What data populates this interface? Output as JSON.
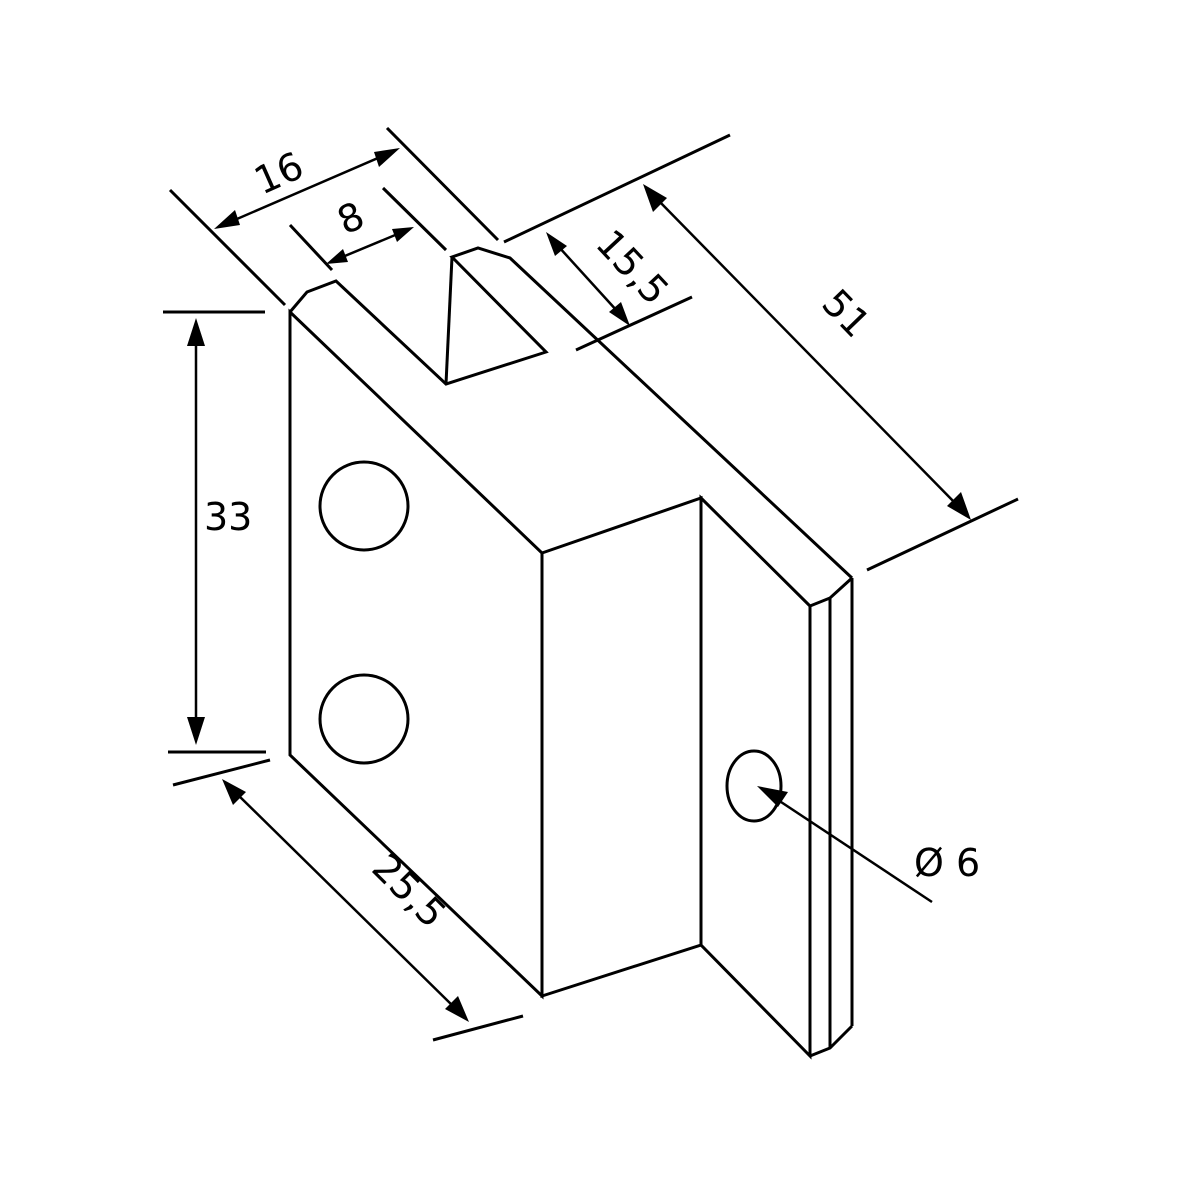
{
  "drawing": {
    "line_color": "#000000",
    "background": "#ffffff",
    "dimensions": {
      "width_16": "16",
      "slot_8": "8",
      "depth_15_5": "15,5",
      "length_51": "51",
      "height_33": "33",
      "length_25_5": "25,5",
      "hole_diameter": "Ø 6"
    }
  }
}
